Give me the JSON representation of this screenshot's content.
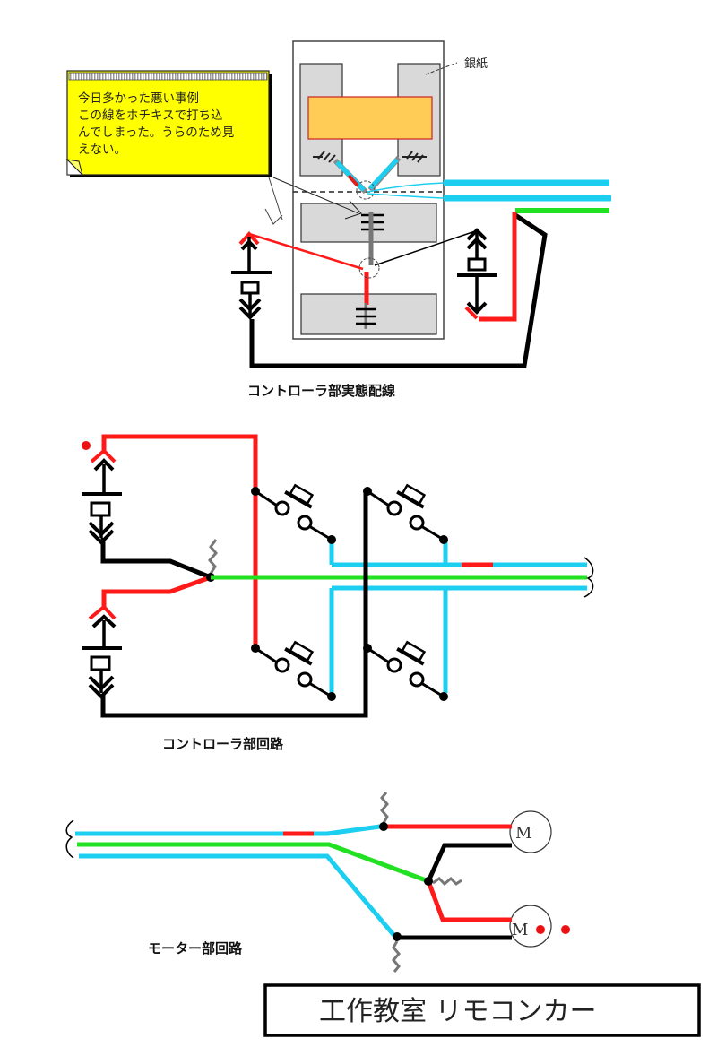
{
  "diagram": {
    "title": "工作教室 リモコンカー",
    "colors": {
      "wire_red": "#ff1a1a",
      "wire_black": "#000000",
      "wire_green": "#22e022",
      "wire_cyan": "#1ccff0",
      "battery_holder_gray": "#d9d9d9",
      "battery_orange": "#ffcc55",
      "note_yellow": "#ffff00",
      "spring_gray": "#777777",
      "dot_red": "#ee1111"
    },
    "section_wiring": {
      "caption": "コントローラ部実態配線",
      "foil_label": "銀紙",
      "note": {
        "lines": [
          "今日多かった悪い事例",
          "この線をホチキスで打ち込",
          "んでしまった。うらのため見",
          "えない。"
        ]
      }
    },
    "section_controller": {
      "caption": "コントローラ部回路"
    },
    "section_motor": {
      "caption": "モーター部回路",
      "motor_label": "M",
      "motors": [
        "M",
        "M"
      ]
    }
  }
}
